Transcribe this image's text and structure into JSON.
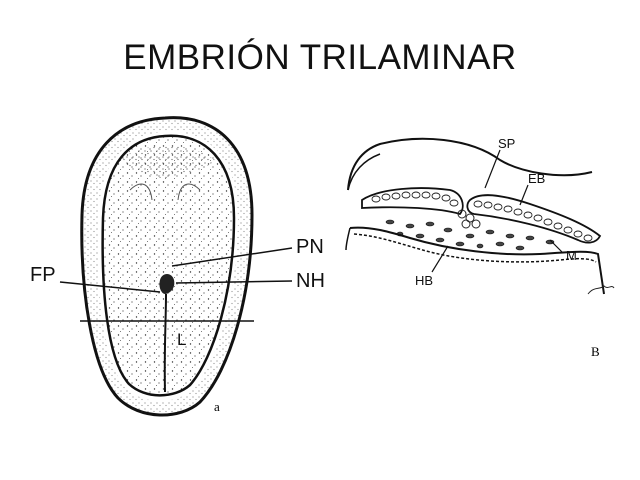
{
  "title": "EMBRIÓN TRILAMINAR",
  "figure_a": {
    "labels": {
      "pn": "PN",
      "nh": "NH",
      "fp": "FP",
      "l": "L"
    },
    "panel": "a"
  },
  "figure_b": {
    "labels": {
      "sp": "SP",
      "eb": "EB",
      "hb": "HB",
      "m": "M"
    },
    "panel": "B"
  }
}
